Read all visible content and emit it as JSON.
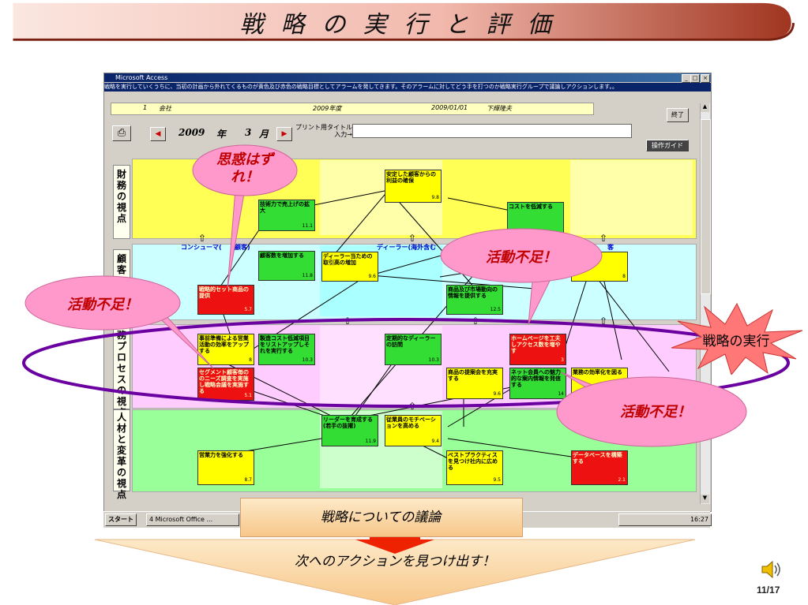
{
  "slide": {
    "title": "戦略の実行と評価",
    "page_number": "11/17"
  },
  "window": {
    "title": "Microsoft Access",
    "status_message": "戦略を実行していくうちに、当初の計画から外れてくるものが黄色及び赤色の戦略目標としてアラームを発してきます。そのアラームに対してどう手を打つのか戦略実行グループで議論しアクションします。。",
    "controls": [
      "_",
      "□",
      "×"
    ]
  },
  "infobar": {
    "record_no": "1",
    "scope": "会社",
    "fiscal_year": "2009年度",
    "date": "2009/01/01",
    "person": "下輝隆夫"
  },
  "toolbar": {
    "print_icon": "printer-icon",
    "prev_label": "◀",
    "next_label": "▶",
    "year": "2009",
    "year_unit": "年",
    "month": "3",
    "month_unit": "月",
    "print_title_label": "プリント用タイトル入力→",
    "print_title_value": "",
    "exit_label": "終了",
    "guide_label": "操作ガイド"
  },
  "perspectives": {
    "financial": "財務の視点",
    "customer": "顧客",
    "process": "務プロセスの視点",
    "learning": "人材と変革の視点"
  },
  "segments": {
    "consumer": "コンシューマ(",
    "consumer_tail": "顧客)",
    "dealer": "ディーラー(海外含む",
    "third_tail": "客"
  },
  "objectives": {
    "financial": [
      {
        "label": "安定した顧客からの利益の確保",
        "score": "9.8",
        "color": "yellow"
      },
      {
        "label": "技術力で売上げの拡大",
        "score": "11.1",
        "color": "green"
      },
      {
        "label": "コストを低減する",
        "score": "",
        "color": "green"
      }
    ],
    "customer": [
      {
        "label": "顧客数を増加する",
        "score": "11.8",
        "color": "green"
      },
      {
        "label": "ディーラー当ための取引高の増加",
        "score": "9.6",
        "color": "yellow"
      },
      {
        "label": "商品及び市場動向の情報を提供する",
        "score": "12.5",
        "color": "green"
      },
      {
        "label": "戦略的セット商品の提供",
        "score": "5.7",
        "color": "red"
      },
      {
        "label": "増",
        "score": "8",
        "color": "yellow"
      }
    ],
    "process": [
      {
        "label": "事前準備による営業活動の効率をアップする",
        "score": "8",
        "color": "yellow"
      },
      {
        "label": "製造コスト低減項目をリストアップしそれを実行する",
        "score": "10.3",
        "color": "green"
      },
      {
        "label": "定期的なディーラーの訪問",
        "score": "10.3",
        "color": "green"
      },
      {
        "label": "ホームページを工夫しアクセス数を増やす",
        "score": "3",
        "color": "red"
      },
      {
        "label": "セグメント顧客毎ののニーズ調査を実施し戦略会議を実施する",
        "score": "5.1",
        "color": "red"
      },
      {
        "label": "商品の提案会を充実する",
        "score": "9.6",
        "color": "yellow"
      },
      {
        "label": "ネット会員への魅力的な案内情報を発信する",
        "score": "14",
        "color": "green"
      },
      {
        "label": "業務の効率化を図る",
        "score": "",
        "color": "yellow"
      }
    ],
    "learning": [
      {
        "label": "リーダーを育成する(若手の抜擢)",
        "score": "11.9",
        "color": "green"
      },
      {
        "label": "従業員のモチベーションを高める",
        "score": "9.4",
        "color": "yellow"
      },
      {
        "label": "営業力を強化する",
        "score": "8.7",
        "color": "yellow"
      },
      {
        "label": "ベストプラクティスを見つけ社内に広める",
        "score": "9.5",
        "color": "yellow"
      },
      {
        "label": "データベースを構築する",
        "score": "2.1",
        "color": "red"
      }
    ]
  },
  "callouts": {
    "expectation_miss": "思惑はずれ！",
    "lack_left": "活動不足！",
    "lack_top": "活動不足！",
    "lack_bottom": "活動不足！",
    "execution": "戦略の実行"
  },
  "taskbar": {
    "start": "スタート",
    "task1": "4 Microsoft Office ...",
    "clock": "16:27"
  },
  "bottom": {
    "discussion": "戦略についての議論",
    "next_action": "次へのアクションを見つけ出す！"
  },
  "colors": {
    "financial_bg": "#ffffaa",
    "customer_bg": "#ccffff",
    "process_bg": "#ffccff",
    "learning_bg": "#ccffcc",
    "alarm_red": "#ee1111",
    "bubble_pink": "#ff99cc"
  }
}
